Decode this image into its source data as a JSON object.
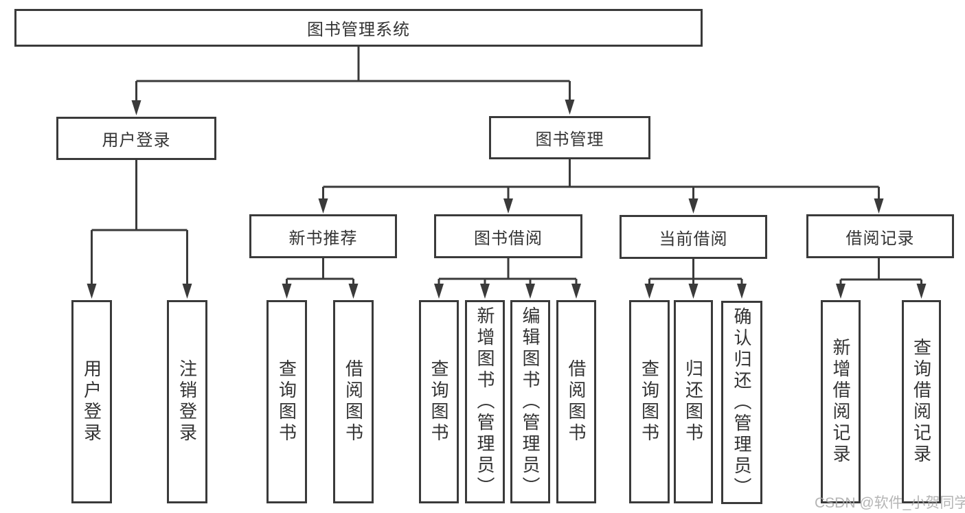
{
  "diagram": {
    "root": {
      "label": "图书管理系统"
    },
    "level2": [
      {
        "label": "用户登录"
      },
      {
        "label": "图书管理"
      }
    ],
    "level3": [
      {
        "label": "新书推荐"
      },
      {
        "label": "图书借阅"
      },
      {
        "label": "当前借阅"
      },
      {
        "label": "借阅记录"
      }
    ],
    "leaves": {
      "user_login": [
        {
          "label": "用户登录"
        },
        {
          "label": "注销登录"
        }
      ],
      "new_book": [
        {
          "label": "查询图书"
        },
        {
          "label": "借阅图书"
        }
      ],
      "book_borrow": [
        {
          "label": "查询图书"
        },
        {
          "label": "新增图书（管理员）"
        },
        {
          "label": "编辑图书（管理员）"
        },
        {
          "label": "借阅图书"
        }
      ],
      "current_borrow": [
        {
          "label": "查询图书"
        },
        {
          "label": "归还图书"
        },
        {
          "label": "确认归还（管理员）"
        }
      ],
      "borrow_records": [
        {
          "label": "新增借阅记录"
        },
        {
          "label": "查询借阅记录"
        }
      ]
    },
    "watermark": {
      "text": "CSDN @软件_小贺同学"
    },
    "colors": {
      "line": "#3a3a3a",
      "text": "#333333",
      "background": "#ffffff",
      "watermark": "#a8a8a8"
    }
  }
}
